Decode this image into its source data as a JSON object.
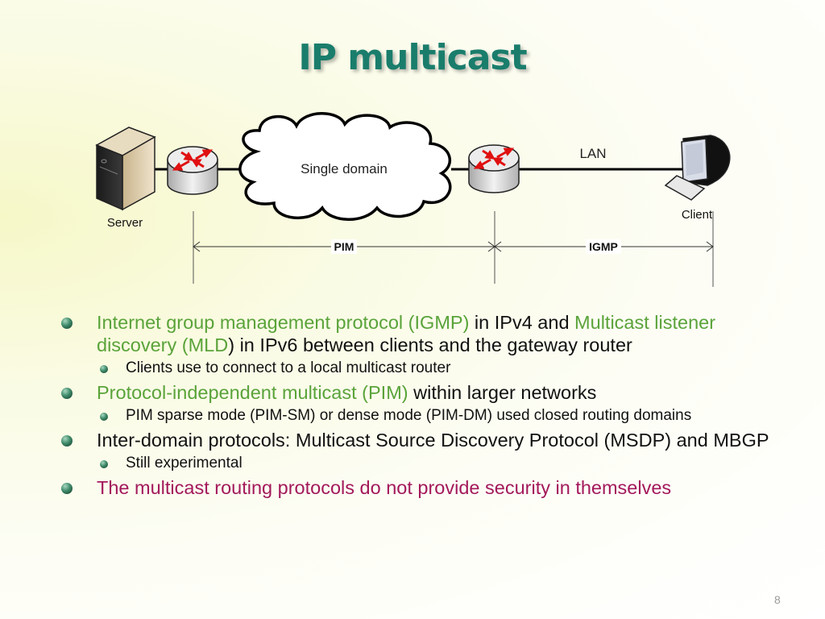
{
  "slide": {
    "title": "IP multicast",
    "page_number": "8"
  },
  "diagram": {
    "server_label": "Server",
    "cloud_label": "Single domain",
    "lan_label": "LAN",
    "client_label": "Client",
    "pim_label": "PIM",
    "igmp_label": "IGMP"
  },
  "bullets": [
    {
      "level": 1,
      "parts": [
        {
          "text": "Internet group management protocol (IGMP)",
          "color": "green"
        },
        {
          "text": " in IPv4 and ",
          "color": "black"
        },
        {
          "text": "Multicast listener discovery (MLD",
          "color": "green"
        },
        {
          "text": ") in IPv6 between clients and the gateway router",
          "color": "black"
        }
      ]
    },
    {
      "level": 2,
      "text": "Clients use to connect to a local multicast router"
    },
    {
      "level": 1,
      "parts": [
        {
          "text": "Protocol-independent multicast (PIM)",
          "color": "green"
        },
        {
          "text": " within larger networks",
          "color": "black"
        }
      ]
    },
    {
      "level": 2,
      "text": "PIM sparse mode (PIM-SM) or dense mode (PIM-DM) used closed routing domains"
    },
    {
      "level": 1,
      "text": "Inter-domain protocols: Multicast Source Discovery Protocol (MSDP) and MBGP"
    },
    {
      "level": 2,
      "text": "Still experimental"
    },
    {
      "level": 1,
      "text": "The multicast routing protocols do not provide security in themselves",
      "color": "magenta"
    }
  ],
  "colors": {
    "title": "#1a7d6c",
    "green_text": "#5aa33a",
    "magenta_text": "#a3195b",
    "router_arrows": "#e01010"
  }
}
